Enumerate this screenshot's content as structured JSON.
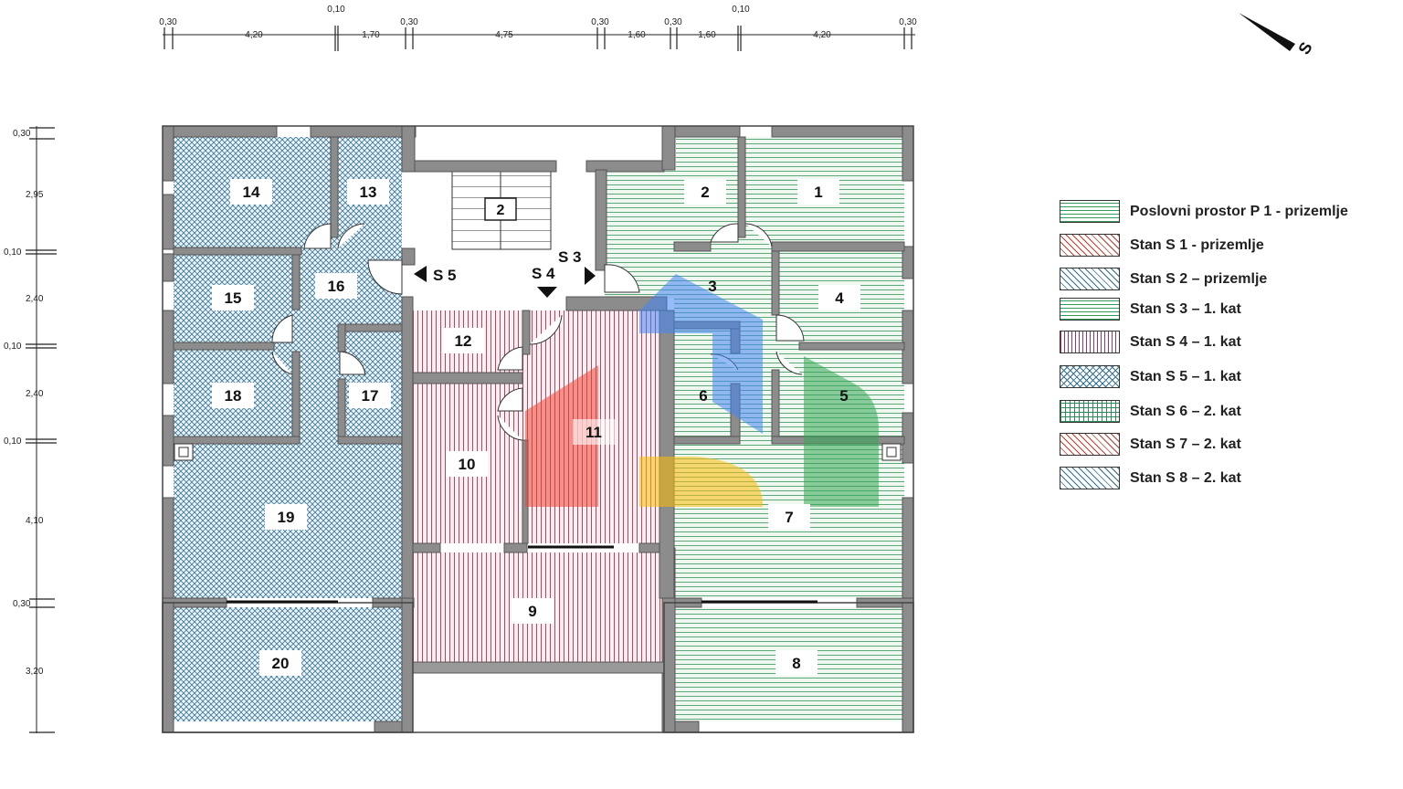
{
  "plan": {
    "north_label": "S",
    "top_dimensions": [
      "0,30",
      "4,20",
      "0,10",
      "1,70",
      "0,30",
      "4,75",
      "0,30",
      "1,60",
      "0,30",
      "1,60",
      "0,10",
      "4,20",
      "0,30"
    ],
    "left_dimensions": [
      "0,30",
      "2,95",
      "0,10",
      "2,40",
      "0,10",
      "2,40",
      "0,10",
      "4,10",
      "0,30",
      "3,20"
    ],
    "rooms": {
      "r1": "1",
      "r2": "2",
      "r3": "3",
      "r4": "4",
      "r5": "5",
      "r6": "6",
      "r7": "7",
      "r8": "8",
      "r9": "9",
      "r10": "10",
      "r11": "11",
      "r12": "12",
      "r13": "13",
      "r14": "14",
      "r15": "15",
      "r16": "16",
      "r17": "17",
      "r18": "18",
      "r19": "19",
      "r20": "20"
    },
    "stair_label": "2",
    "entrances": {
      "s3": "S 3",
      "s4": "S 4",
      "s5": "S 5"
    }
  },
  "legend": [
    {
      "label": "Poslovni prostor P 1 - prizemlje",
      "color": "#3a9a5c",
      "pattern": "horizontal"
    },
    {
      "label": "Stan S 1 - prizemlje",
      "color": "#c0392b",
      "pattern": "diagonal"
    },
    {
      "label": "Stan S 2 – prizemlje",
      "color": "#2f6f8f",
      "pattern": "diagonal"
    },
    {
      "label": "Stan S 3 – 1. kat",
      "color": "#3a9a5c",
      "pattern": "horizontal"
    },
    {
      "label": "Stan S 4 – 1. kat",
      "color": "#b03050",
      "pattern": "vertical"
    },
    {
      "label": "Stan S 5 – 1. kat",
      "color": "#2f6f8f",
      "pattern": "crosshatch"
    },
    {
      "label": "Stan S 6 – 2. kat",
      "color": "#2e8a5a",
      "pattern": "grid"
    },
    {
      "label": "Stan S 7 – 2. kat",
      "color": "#c0392b",
      "pattern": "diagonal"
    },
    {
      "label": "Stan S 8 – 2. kat",
      "color": "#2f6f8f",
      "pattern": "diagonal"
    }
  ],
  "colors": {
    "wall": "#8c8c8c",
    "wall_edge": "#555555",
    "logo_red": "#ea4335",
    "logo_blue": "#4285f4",
    "logo_green": "#34a853",
    "logo_yellow": "#fbbc05"
  }
}
